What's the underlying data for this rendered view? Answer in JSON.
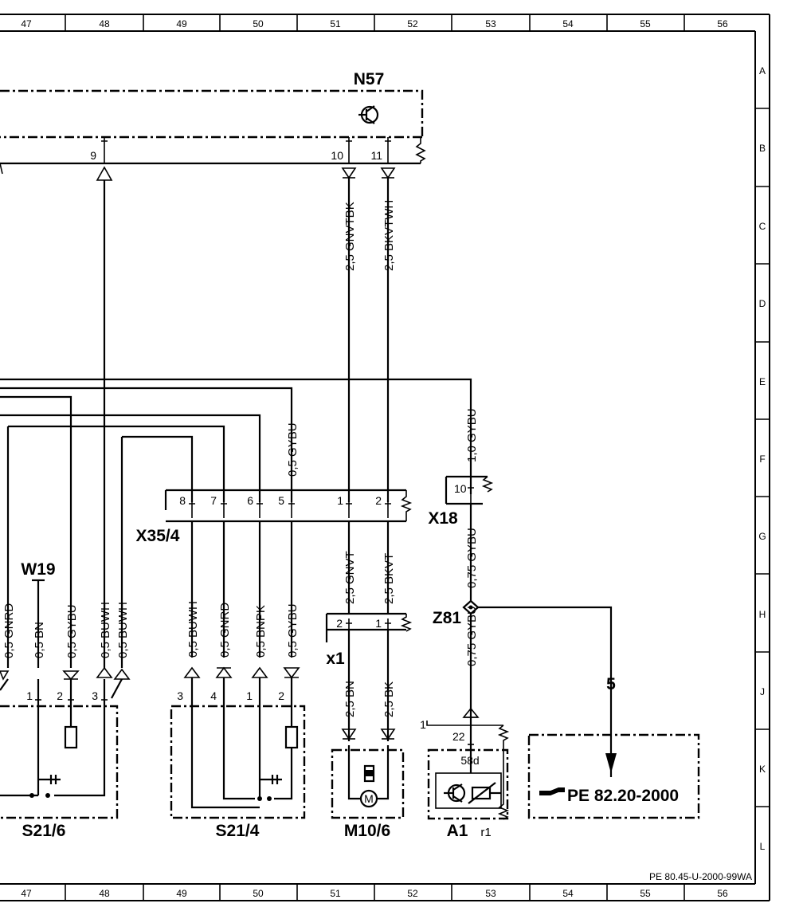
{
  "ruler": {
    "columns": [
      "47",
      "48",
      "49",
      "50",
      "51",
      "52",
      "53",
      "54",
      "55",
      "56"
    ],
    "rows": [
      "A",
      "B",
      "C",
      "D",
      "E",
      "F",
      "G",
      "H",
      "J",
      "K",
      "L"
    ]
  },
  "components": {
    "n57": "N57",
    "x35": "X35/4",
    "x18": "X18",
    "z81": "Z81",
    "x1": "x1",
    "w19": "W19",
    "s21_6": "S21/6",
    "s21_4": "S21/4",
    "m10_6": "M10/6",
    "a1": "A1",
    "r1": "r1",
    "ref_num": "5",
    "ref_box": "PE 82.20-2000",
    "doc_id": "PE 80.45-U-2000-99WA"
  },
  "pins": {
    "n57": [
      "9",
      "10",
      "11"
    ],
    "x35": [
      "8",
      "7",
      "6",
      "5",
      "1",
      "2"
    ],
    "x18": "10",
    "x1": [
      "2",
      "1"
    ],
    "s21_6": [
      "1",
      "2",
      "3"
    ],
    "s21_4": [
      "3",
      "4",
      "1",
      "2"
    ],
    "a1_top": "1",
    "a1_22": "22",
    "a1_58d": "58d",
    "m10_m": "M"
  },
  "wires": {
    "n57_10": "2,5 GNVTBK",
    "n57_11": "2,5 BKVTWH",
    "x35_5_up": "0,5 GYBU",
    "x18_up": "1,0 GYBU",
    "x18_down": "0,75 GYBU",
    "z81_down": "0,75 GYBU",
    "x35_1_down": "2,5 GNVT",
    "x35_2_down": "2,5 BKVT",
    "x1_2_down": "2,5 BN",
    "x1_1_down": "2,5 BK",
    "s6_a": "0,5 GNRD",
    "s6_b": "0,5 BN",
    "s6_c": "0,5 GYBU",
    "s6_d": "0,5 BUWH",
    "s6_e": "0,5 BUWH",
    "s4_a": "0,5 BUWH",
    "s4_b": "0,5 GNRD",
    "s4_c": "0,5 BNPK",
    "s4_d": "0,5 GYBU"
  }
}
